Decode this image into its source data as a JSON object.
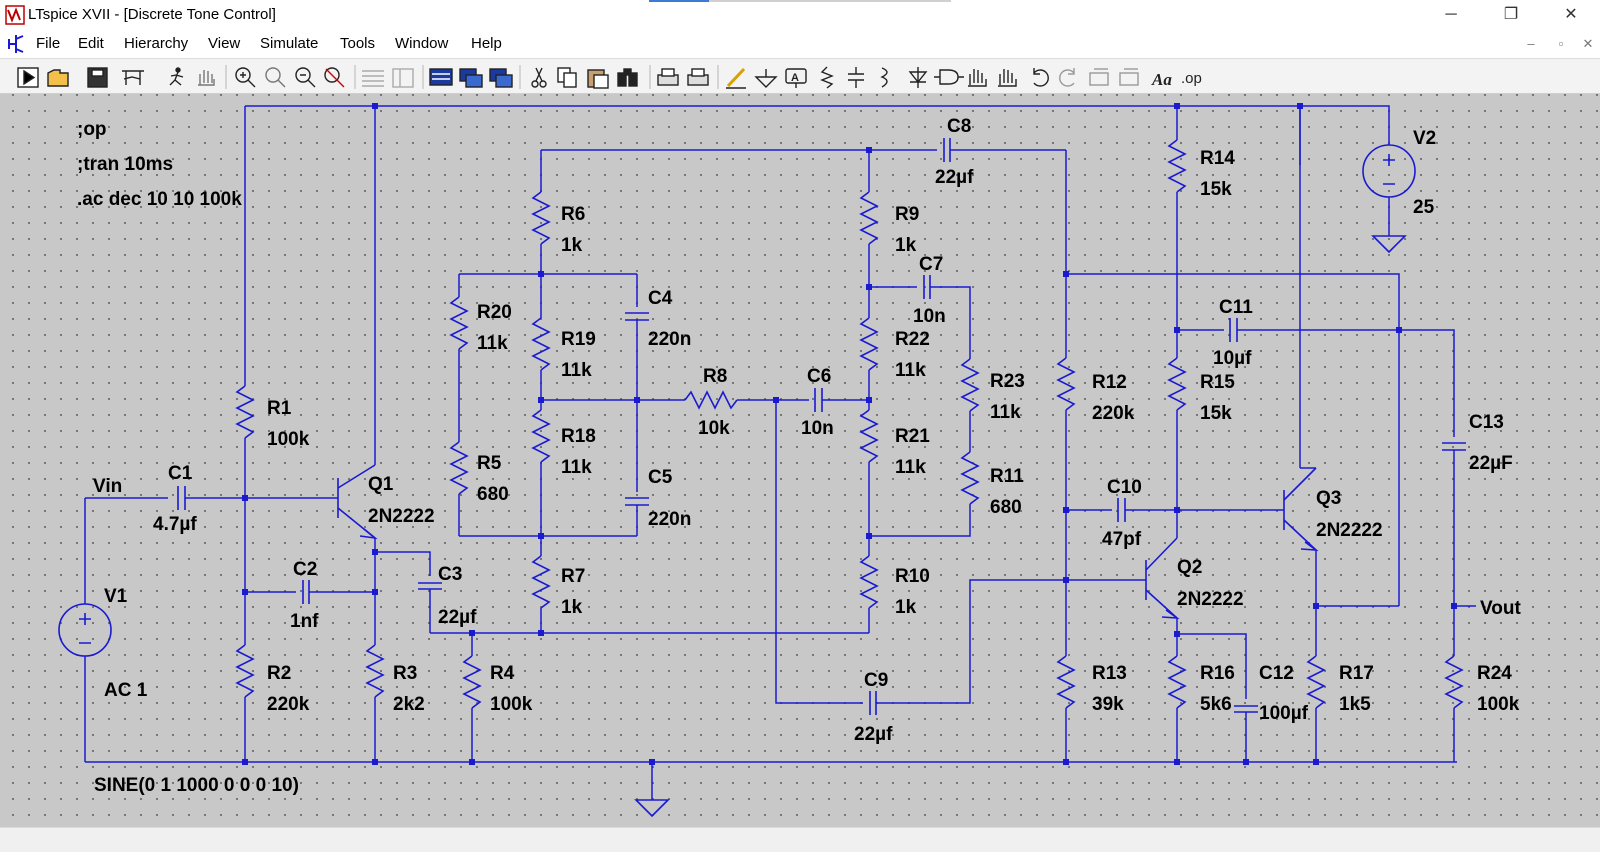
{
  "window": {
    "title": "LTspice XVII - [Discrete Tone Control]",
    "controls": {
      "minimize": "─",
      "restore": "❐",
      "close": "✕"
    }
  },
  "menu": [
    "File",
    "Edit",
    "Hierarchy",
    "View",
    "Simulate",
    "Tools",
    "Window",
    "Help"
  ],
  "mdi_controls": {
    "minimize": "–",
    "restore": "▫",
    "close": "✕"
  },
  "toolbar": {
    "icons": [
      "run-icon",
      "open-icon",
      "save-icon",
      "control-panel-icon",
      "halt-icon",
      "pan-icon",
      "zoom-in-icon",
      "zoom-fit-icon",
      "zoom-out-icon",
      "autorange-icon",
      "tile-horizontal-icon",
      "tile-vertical-icon",
      "cascade-icon",
      "close-windows-icon",
      "cascade-all-icon",
      "cut-icon",
      "copy-icon",
      "paste-icon",
      "find-icon",
      "print-setup-icon",
      "print-icon",
      "wire-icon",
      "ground-icon",
      "label-icon",
      "resistor-icon",
      "capacitor-icon",
      "inductor-icon",
      "diode-icon",
      "component-icon",
      "move-icon",
      "drag-icon",
      "undo-icon",
      "redo-icon",
      "rotate-icon",
      "mirror-icon",
      "text-icon",
      "spice-directive-icon"
    ],
    "text_icon": "Aa",
    "directive_icon": ".op"
  },
  "directives": [
    ";op",
    ";tran 10ms",
    ".ac dec 10 10 100k"
  ],
  "source_spec": "SINE(0 1 1000 0 0 0 10)",
  "components": {
    "R1": {
      "name": "R1",
      "value": "100k"
    },
    "R2": {
      "name": "R2",
      "value": "220k"
    },
    "R3": {
      "name": "R3",
      "value": "2k2"
    },
    "R4": {
      "name": "R4",
      "value": "100k"
    },
    "R5": {
      "name": "R5",
      "value": "680"
    },
    "R6": {
      "name": "R6",
      "value": "1k"
    },
    "R7": {
      "name": "R7",
      "value": "1k"
    },
    "R8": {
      "name": "R8",
      "value": "10k"
    },
    "R9": {
      "name": "R9",
      "value": "1k"
    },
    "R10": {
      "name": "R10",
      "value": "1k"
    },
    "R11": {
      "name": "R11",
      "value": "680"
    },
    "R12": {
      "name": "R12",
      "value": "220k"
    },
    "R13": {
      "name": "R13",
      "value": "39k"
    },
    "R14": {
      "name": "R14",
      "value": "15k"
    },
    "R15": {
      "name": "R15",
      "value": "15k"
    },
    "R16": {
      "name": "R16",
      "value": "5k6"
    },
    "R17": {
      "name": "R17",
      "value": "1k5"
    },
    "R18": {
      "name": "R18",
      "value": "11k"
    },
    "R19": {
      "name": "R19",
      "value": "11k"
    },
    "R20": {
      "name": "R20",
      "value": "11k"
    },
    "R21": {
      "name": "R21",
      "value": "11k"
    },
    "R22": {
      "name": "R22",
      "value": "11k"
    },
    "R23": {
      "name": "R23",
      "value": "11k"
    },
    "R24": {
      "name": "R24",
      "value": "100k"
    },
    "C1": {
      "name": "C1",
      "value": "4.7µf"
    },
    "C2": {
      "name": "C2",
      "value": "1nf"
    },
    "C3": {
      "name": "C3",
      "value": "22µf"
    },
    "C4": {
      "name": "C4",
      "value": "220n"
    },
    "C5": {
      "name": "C5",
      "value": "220n"
    },
    "C6": {
      "name": "C6",
      "value": "10n"
    },
    "C7": {
      "name": "C7",
      "value": "10n"
    },
    "C8": {
      "name": "C8",
      "value": "22µf"
    },
    "C9": {
      "name": "C9",
      "value": "22µf"
    },
    "C10": {
      "name": "C10",
      "value": "47pf"
    },
    "C11": {
      "name": "C11",
      "value": "10µf"
    },
    "C12": {
      "name": "C12",
      "value": "100µf"
    },
    "C13": {
      "name": "C13",
      "value": "22µF"
    },
    "Q1": {
      "name": "Q1",
      "value": "2N2222"
    },
    "Q2": {
      "name": "Q2",
      "value": "2N2222"
    },
    "Q3": {
      "name": "Q3",
      "value": "2N2222"
    },
    "V1": {
      "name": "V1",
      "value": "AC 1"
    },
    "V2": {
      "name": "V2",
      "value": "25"
    }
  },
  "net_labels": {
    "vin": "Vin",
    "vout": "Vout"
  },
  "colors": {
    "wire": "#1a1ad0",
    "background": "#c8c8c8",
    "grid_dot": "#6a6a6a"
  }
}
